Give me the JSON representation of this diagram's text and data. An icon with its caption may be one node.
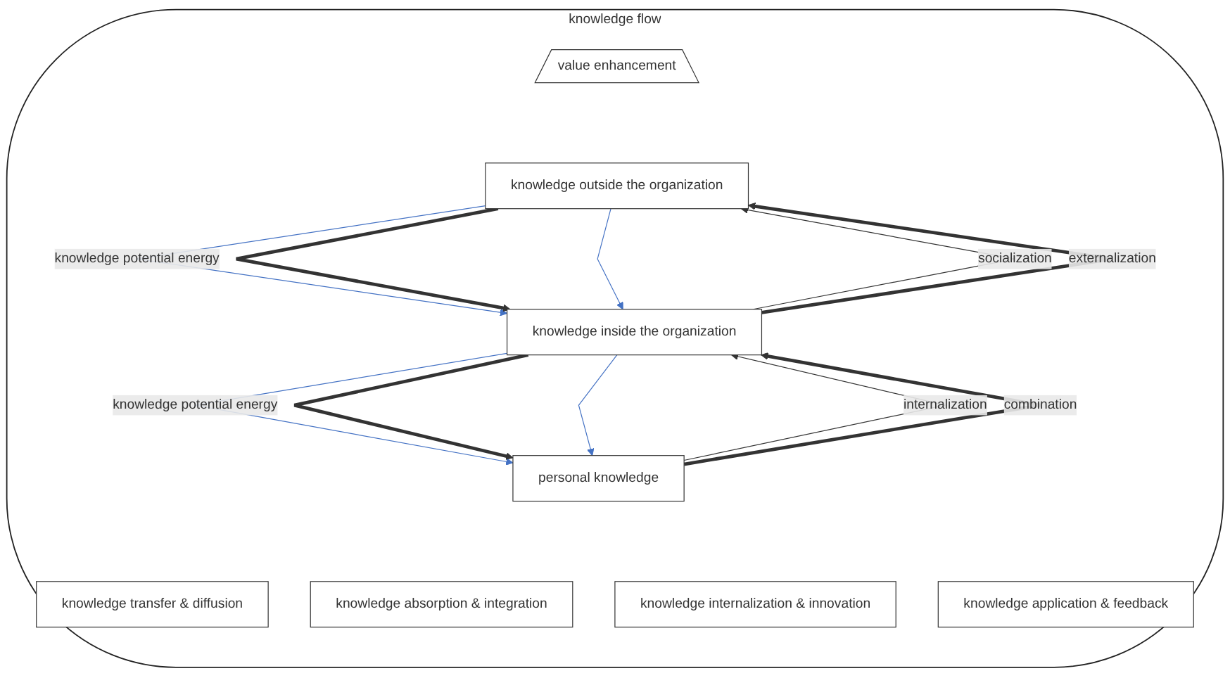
{
  "diagram": {
    "nodes": [
      {
        "text": [
          "knowledge flow"
        ]
      },
      {
        "text": [
          "value enhancement"
        ],
        "in": 0
      },
      {
        "text": [
          "knowledge outside the organization"
        ],
        "in": 0
      },
      {
        "text": [
          "knowledge inside the organization"
        ],
        "in": 0
      },
      {
        "text": [
          "personal knowledge"
        ],
        "in": 0
      },
      {
        "text": [
          "knowledge transfer & diffusion"
        ],
        "in": 0
      },
      {
        "text": [
          "knowledge absorption & integration"
        ],
        "in": 0
      },
      {
        "text": [
          "knowledge internalization & innovation"
        ],
        "in": 0
      },
      {
        "text": [
          "knowledge application & feedback"
        ],
        "in": 0
      }
    ],
    "edges": [
      {
        "from": 2,
        "to": 3,
        "arrow": "to",
        "label": "knowledge potential energy",
        "color": "#4472c4"
      },
      {
        "from": 3,
        "to": 2,
        "arrow": "to",
        "label": "socialization"
      },
      {
        "from": 2,
        "to": 3,
        "arrow": "to",
        "style": "thick"
      },
      {
        "from": 2,
        "to": 3,
        "arrow": "to",
        "color": "#4472c4"
      },
      {
        "from": 3,
        "to": 2,
        "arrow": "to",
        "style": "thick",
        "label": "externalization"
      },
      {
        "from": 3,
        "to": 4,
        "arrow": "to",
        "label": "knowledge potential energy",
        "color": "#4472c4"
      },
      {
        "from": 4,
        "to": 3,
        "arrow": "to",
        "label": "internalization"
      },
      {
        "from": 3,
        "to": 4,
        "arrow": "to",
        "style": "thick"
      },
      {
        "from": 3,
        "to": 4,
        "arrow": "to",
        "color": "#4472c4"
      },
      {
        "from": 4,
        "to": 3,
        "arrow": "to",
        "style": "thick",
        "label": "combination"
      }
    ]
  }
}
